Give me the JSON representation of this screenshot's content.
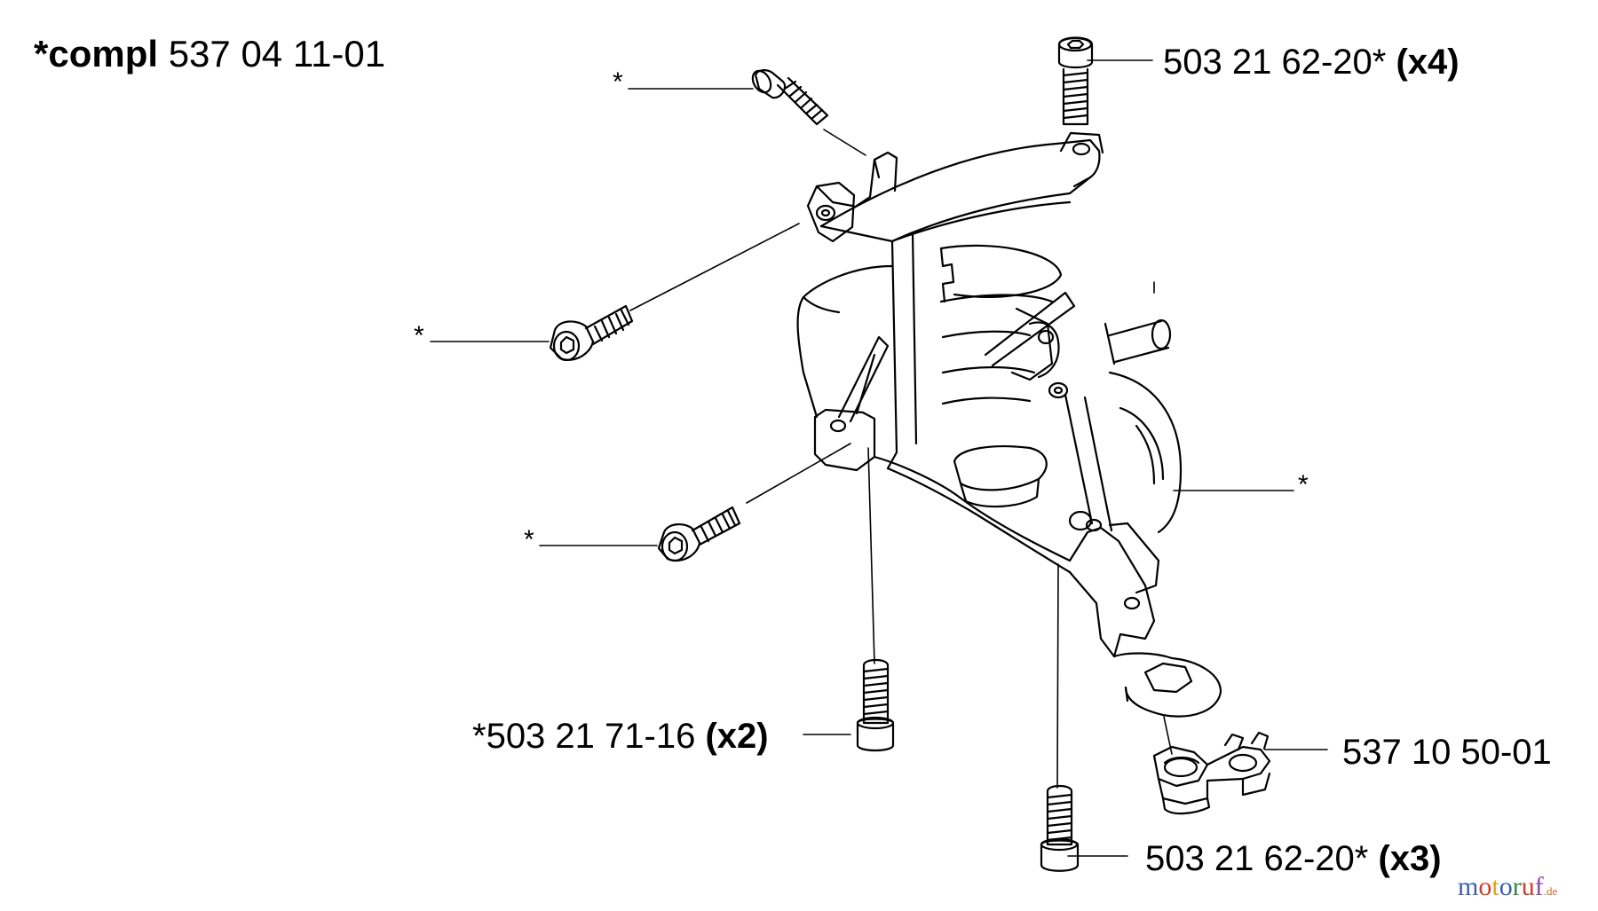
{
  "title": {
    "prefix": "*compl",
    "number": "537 04 11-01"
  },
  "labels": {
    "screw_top": {
      "part": "503 21 62-20*",
      "qty": "(x4)"
    },
    "screw_left": {
      "part": "*503 21 71-16",
      "qty": "(x2)"
    },
    "nut": {
      "part": "537 10 50-01"
    },
    "screw_bottom": {
      "part": "503 21 62-20*",
      "qty": "(x3)"
    },
    "asterisk": "*"
  },
  "watermark": {
    "name": "motoruf",
    "tld": ".de",
    "colors": [
      "#3a5fb0",
      "#d23a2a",
      "#e0a020",
      "#3a5fb0",
      "#2a8a3a",
      "#d23a2a",
      "#8a4ab0"
    ]
  }
}
